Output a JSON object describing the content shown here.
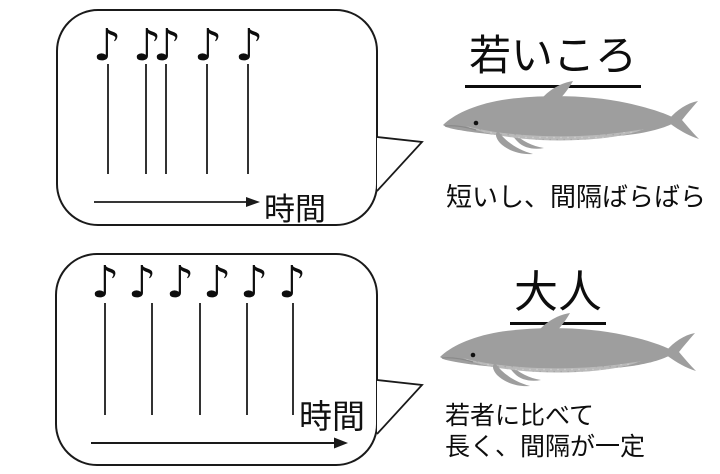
{
  "colors": {
    "ink": "#1a1a1a",
    "pulse_line": "#333333",
    "dolphin_body": "#9e9e9e",
    "dolphin_belly": "#b9b9b9",
    "dolphin_speck": "#cccccc"
  },
  "young": {
    "title": "若いころ",
    "caption": "短いし、間隔ばらばら",
    "axis_label": "時間",
    "note_glyph": "♪",
    "notes_x": [
      105,
      145,
      165,
      206,
      247
    ],
    "lines_x": [
      108,
      146,
      166,
      207,
      248
    ]
  },
  "adult": {
    "title": "大人",
    "caption_line1": "若者に比べて",
    "caption_line2": "長く、間隔が一定",
    "axis_label": "時間",
    "note_glyph": "♪",
    "notes_x": [
      103,
      140,
      178,
      215,
      252,
      290
    ],
    "lines_x": [
      105,
      152,
      200,
      247,
      293
    ]
  }
}
